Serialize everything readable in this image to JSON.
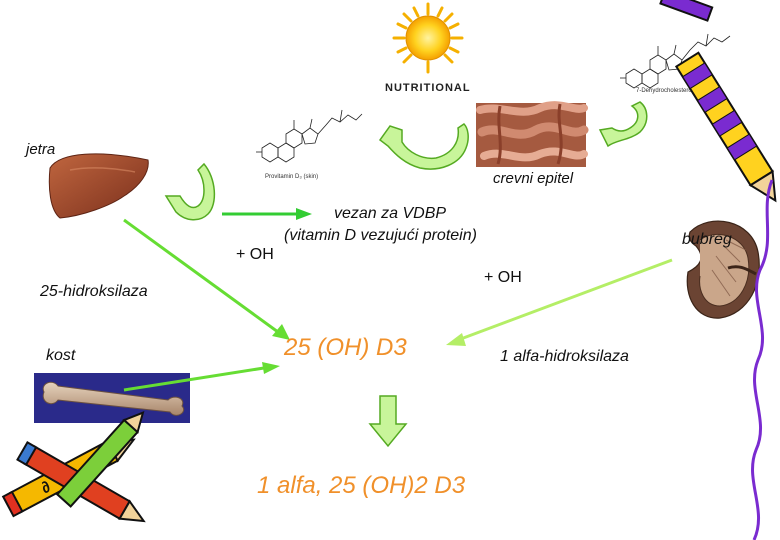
{
  "labels": {
    "jetra": "jetra",
    "crevni_epitel": "crevni epitel",
    "vezan_line1": "vezan za VDBP",
    "vezan_line2": "(vitamin D vezujući protein)",
    "oh_left": "+ OH",
    "oh_right": "+ OH",
    "bubreg": "bubreg",
    "hidroksilaza25": "25-hidroksilaza",
    "kost": "kost",
    "d3_25oh": "25 (OH) D3",
    "alfa_hidroksilaza": "1 alfa-hidroksilaza",
    "final": "1 alfa, 25 (OH)2 D3"
  },
  "logo": {
    "text": "NUTRITIONAL"
  },
  "molecules": {
    "provitamin_caption": "Provitamin D₃ (skin)",
    "dehydro_caption": "7-Dehydrocholesterol (skin)"
  },
  "colors": {
    "arrow_green": "#66dd33",
    "arrow_fill": "#c8f59a",
    "arrow_stroke": "#55aa22",
    "accent_orange": "#f0902a",
    "sun_yellow": "#ffd21f",
    "liver": "#a0492d",
    "intestine": "#b5684f",
    "kidney": "#6b4433",
    "bone": "#c9a98c",
    "purple": "#7a2bd0"
  },
  "icons": [
    "sun-icon",
    "liver-image",
    "intestine-image",
    "kidney-image",
    "bone-image",
    "pencils-icon",
    "molecule-icon"
  ]
}
